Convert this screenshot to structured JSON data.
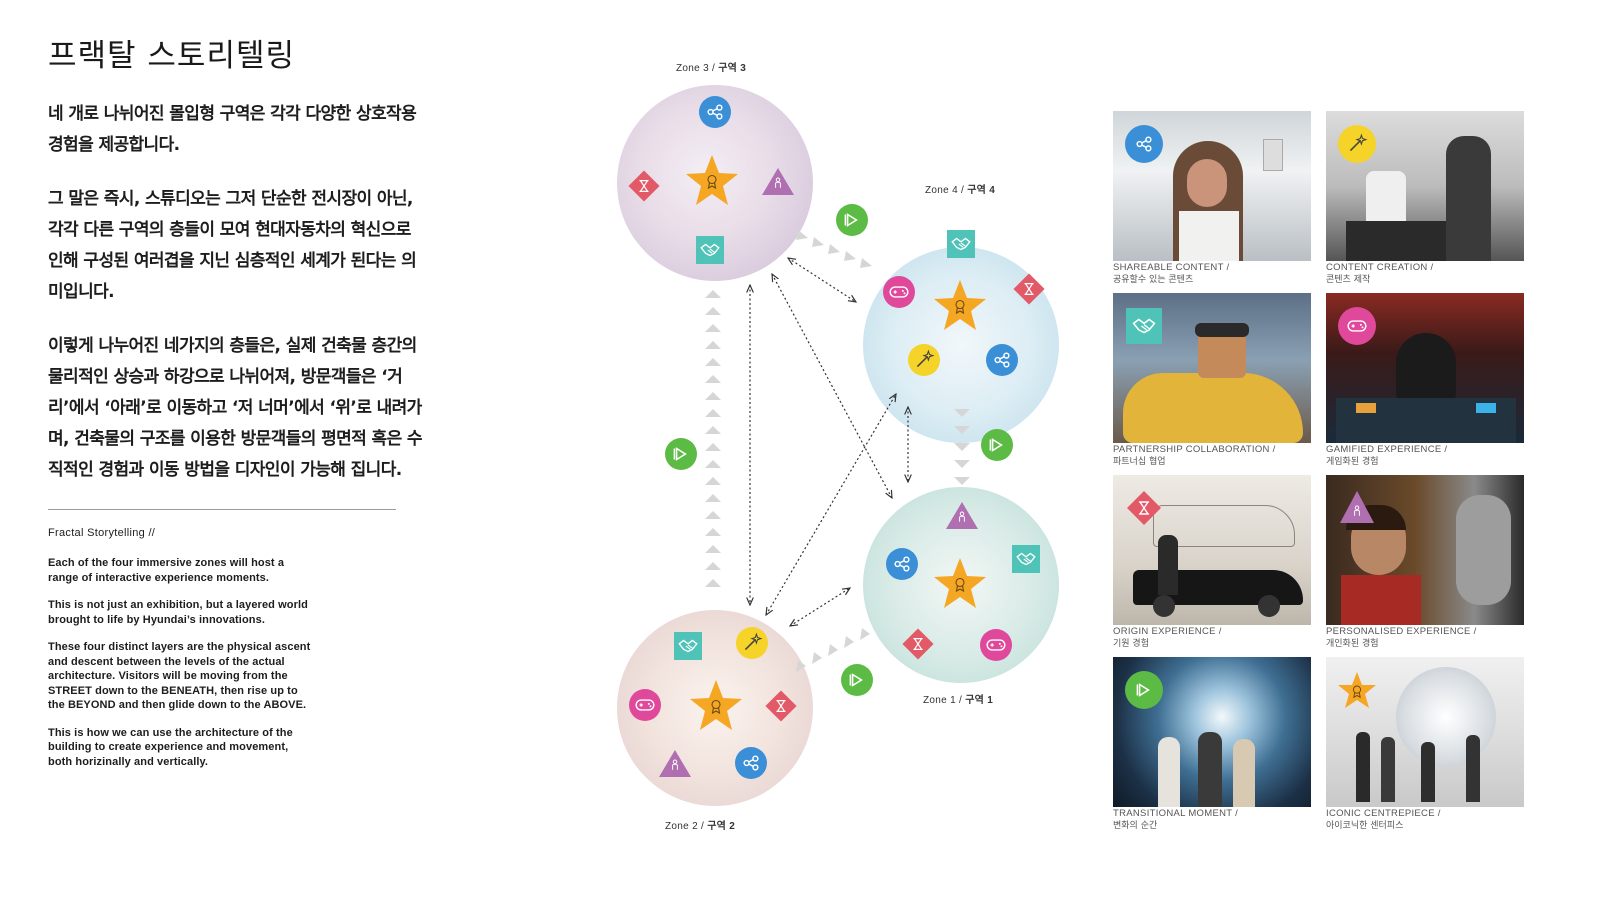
{
  "title": "프랙탈 스토리텔링",
  "ko_paragraphs": [
    "네 개로 나뉘어진 몰입형 구역은 각각 다양한 상호작용 경험을 제공합니다.",
    "그 말은 즉시, 스튜디오는 그저 단순한 전시장이 아닌, 각각 다른 구역의 층들이 모여 현대자동차의 혁신으로 인해 구성된 여러겹을 지닌 심층적인 세계가 된다는 의미입니다.",
    "이렇게 나누어진 네가지의 층들은, 실제 건축물 층간의 물리적인 상승과 하강으로 나뉘어져, 방문객들은 ‘거리’에서 ‘아래’로 이동하고 ‘저 너머’에서 ‘위’로 내려가며, 건축물의 구조를 이용한 방문객들의 평면적 혹은 수직적인 경험과 이동 방법을 디자인이 가능해 집니다."
  ],
  "en_heading": "Fractal Storytelling //",
  "en_paragraphs": [
    "Each of the four immersive zones will host a range of interactive experience moments.",
    "This is not just an exhibition, but a layered world brought to life by Hyundai’s innovations.",
    "These four distinct layers are the physical ascent and descent between the levels of the actual architecture. Visitors will be moving from the STREET down to the BENEATH, then rise up to the BEYOND and then glide down to the ABOVE.",
    "This is how we can use the architecture of the building to create experience and movement, both horizinally and vertically."
  ],
  "zones": {
    "z3": {
      "en": "Zone 3 /",
      "ko": "구역 3"
    },
    "z4": {
      "en": "Zone 4 /",
      "ko": "구역 4"
    },
    "z1": {
      "en": "Zone 1 /",
      "ko": "구역 1"
    },
    "z2": {
      "en": "Zone 2 /",
      "ko": "구역 2"
    }
  },
  "icon_colors": {
    "share": "#3b8fd6",
    "wand": "#f5d328",
    "handshake": "#4fc3b8",
    "gamepad": "#e0489b",
    "hourglass": "#e25a67",
    "person": "#b06fb0",
    "play": "#5cbb44",
    "star": "#f5a623"
  },
  "cards": [
    {
      "en": "SHAREABLE CONTENT /",
      "ko": "공유할수 있는 콘텐츠",
      "icon": "share-icon"
    },
    {
      "en": "CONTENT CREATION /",
      "ko": "콘텐츠 제작",
      "icon": "wand-icon"
    },
    {
      "en": "PARTNERSHIP COLLABORATION /",
      "ko": "파트너십 협업",
      "icon": "handshake-icon"
    },
    {
      "en": "GAMIFIED EXPERIENCE /",
      "ko": "게임화된 경험",
      "icon": "gamepad-icon"
    },
    {
      "en": "ORIGIN EXPERIENCE /",
      "ko": "기원 경험",
      "icon": "hourglass-icon"
    },
    {
      "en": "PERSONALISED EXPERIENCE /",
      "ko": "개인화된 경험",
      "icon": "person-icon"
    },
    {
      "en": "TRANSITIONAL MOMENT /",
      "ko": "변화의 순간",
      "icon": "play-icon"
    },
    {
      "en": "ICONIC CENTREPIECE /",
      "ko": "아이코닉한 센터피스",
      "icon": "star-icon"
    }
  ]
}
